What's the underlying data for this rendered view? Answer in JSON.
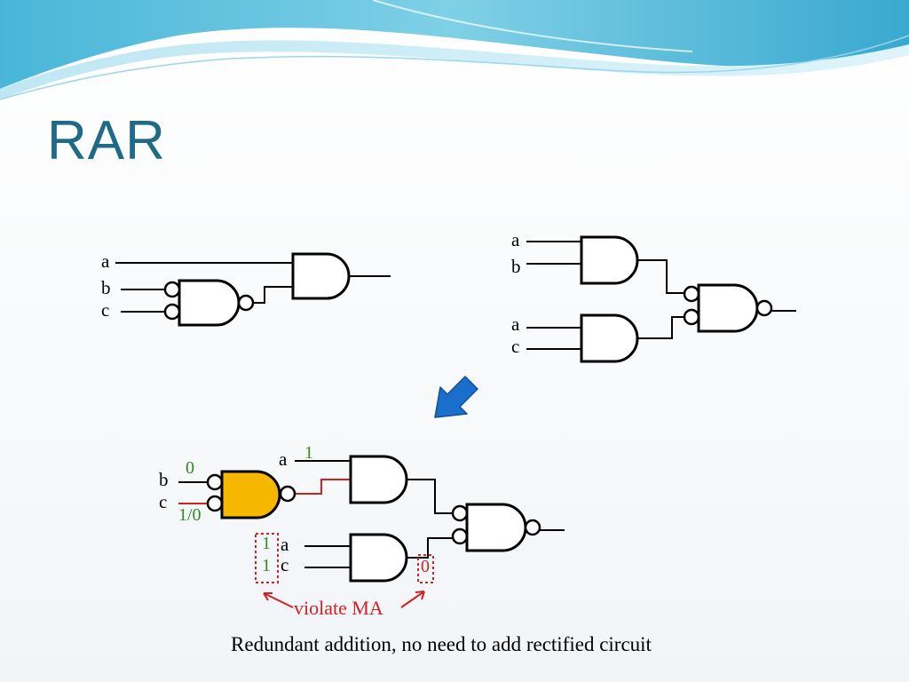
{
  "slide": {
    "title": "RAR",
    "caption": "Redundant addition, no need to add rectified circuit"
  },
  "circuit_top_left": {
    "inputs": [
      "a",
      "b",
      "c"
    ]
  },
  "circuit_top_right": {
    "inputs": [
      "a",
      "b",
      "a",
      "c"
    ]
  },
  "circuit_bottom": {
    "inputs": [
      "a",
      "b",
      "c",
      "a",
      "c"
    ],
    "values": {
      "a_top": "1",
      "b": "0",
      "c": "1/0",
      "a_mid": "1",
      "c_mid": "1",
      "lower_and_out": "0"
    },
    "annotation": "violate MA"
  },
  "colors": {
    "title": "#1f6a86",
    "highlight_gate": "#f6b700",
    "error": "#d32020",
    "value_green": "#2e8a1e",
    "transform_arrow": "#1a6fcc"
  },
  "icons": [
    "down-left-arrow-icon"
  ]
}
